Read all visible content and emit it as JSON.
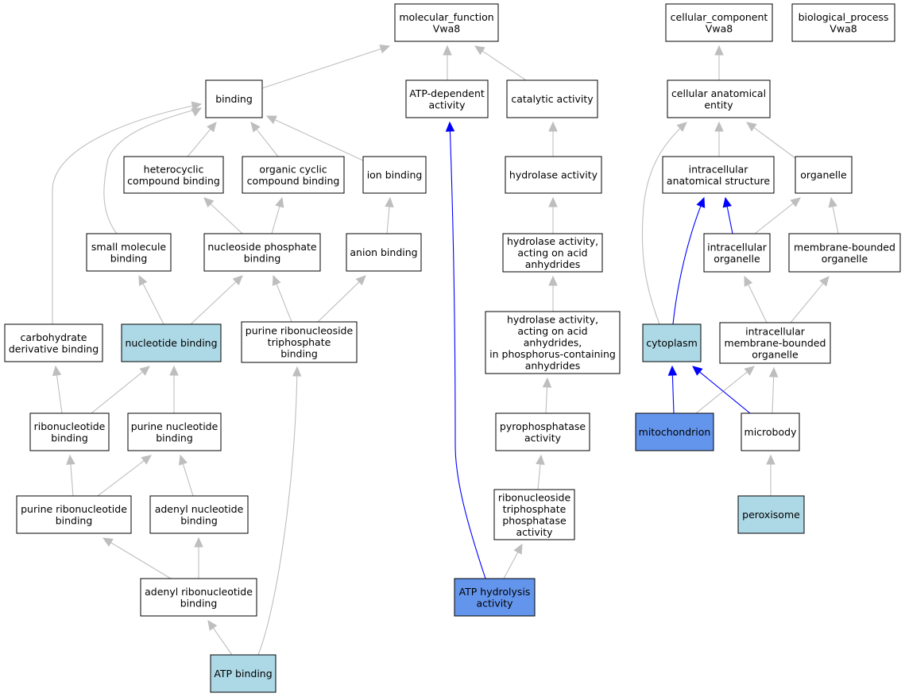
{
  "colors": {
    "node_fill": "#ffffff",
    "light_blue": "#add8e6",
    "cornflower": "#6495ed",
    "edge_gray": "#bebebe",
    "edge_blue": "#0000ff"
  },
  "nodes": [
    {
      "id": "mf",
      "lines": [
        "molecular_function",
        "Vwa8"
      ],
      "fill": "white"
    },
    {
      "id": "cc",
      "lines": [
        "cellular_component",
        "Vwa8"
      ],
      "fill": "white"
    },
    {
      "id": "bp",
      "lines": [
        "biological_process",
        "Vwa8"
      ],
      "fill": "white"
    },
    {
      "id": "binding",
      "lines": [
        "binding"
      ],
      "fill": "white"
    },
    {
      "id": "atpdep",
      "lines": [
        "ATP-dependent",
        "activity"
      ],
      "fill": "white"
    },
    {
      "id": "catalytic",
      "lines": [
        "catalytic activity"
      ],
      "fill": "white"
    },
    {
      "id": "cae",
      "lines": [
        "cellular anatomical",
        "entity"
      ],
      "fill": "white"
    },
    {
      "id": "hetero",
      "lines": [
        "heterocyclic",
        "compound binding"
      ],
      "fill": "white"
    },
    {
      "id": "orgcyc",
      "lines": [
        "organic cyclic",
        "compound binding"
      ],
      "fill": "white"
    },
    {
      "id": "ionb",
      "lines": [
        "ion binding"
      ],
      "fill": "white"
    },
    {
      "id": "hydrolase",
      "lines": [
        "hydrolase activity"
      ],
      "fill": "white"
    },
    {
      "id": "ias",
      "lines": [
        "intracellular",
        "anatomical structure"
      ],
      "fill": "white"
    },
    {
      "id": "organelle",
      "lines": [
        "organelle"
      ],
      "fill": "white"
    },
    {
      "id": "smb",
      "lines": [
        "small molecule",
        "binding"
      ],
      "fill": "white"
    },
    {
      "id": "npb",
      "lines": [
        "nucleoside phosphate",
        "binding"
      ],
      "fill": "white"
    },
    {
      "id": "anion",
      "lines": [
        "anion binding"
      ],
      "fill": "white"
    },
    {
      "id": "hyacid",
      "lines": [
        "hydrolase activity,",
        "acting on acid",
        "anhydrides"
      ],
      "fill": "white"
    },
    {
      "id": "intorg",
      "lines": [
        "intracellular",
        "organelle"
      ],
      "fill": "white"
    },
    {
      "id": "mbo",
      "lines": [
        "membrane-bounded",
        "organelle"
      ],
      "fill": "white"
    },
    {
      "id": "carb",
      "lines": [
        "carbohydrate",
        "derivative binding"
      ],
      "fill": "white"
    },
    {
      "id": "nucb",
      "lines": [
        "nucleotide binding"
      ],
      "fill": "lightblue"
    },
    {
      "id": "prntb",
      "lines": [
        "purine ribonucleoside",
        "triphosphate",
        "binding"
      ],
      "fill": "white"
    },
    {
      "id": "hyphos",
      "lines": [
        "hydrolase activity,",
        "acting on acid",
        "anhydrides,",
        "in phosphorus-containing",
        "anhydrides"
      ],
      "fill": "white"
    },
    {
      "id": "cyto",
      "lines": [
        "cytoplasm"
      ],
      "fill": "lightblue"
    },
    {
      "id": "imbo",
      "lines": [
        "intracellular",
        "membrane-bounded",
        "organelle"
      ],
      "fill": "white"
    },
    {
      "id": "ribob",
      "lines": [
        "ribonucleotide",
        "binding"
      ],
      "fill": "white"
    },
    {
      "id": "purnb",
      "lines": [
        "purine nucleotide",
        "binding"
      ],
      "fill": "white"
    },
    {
      "id": "pyro",
      "lines": [
        "pyrophosphatase",
        "activity"
      ],
      "fill": "white"
    },
    {
      "id": "mito",
      "lines": [
        "mitochondrion"
      ],
      "fill": "cornflower"
    },
    {
      "id": "microbody",
      "lines": [
        "microbody"
      ],
      "fill": "white"
    },
    {
      "id": "prnb",
      "lines": [
        "purine ribonucleotide",
        "binding"
      ],
      "fill": "white"
    },
    {
      "id": "adenylnb",
      "lines": [
        "adenyl nucleotide",
        "binding"
      ],
      "fill": "white"
    },
    {
      "id": "rntpa",
      "lines": [
        "ribonucleoside",
        "triphosphate",
        "phosphatase",
        "activity"
      ],
      "fill": "white"
    },
    {
      "id": "perox",
      "lines": [
        "peroxisome"
      ],
      "fill": "lightblue"
    },
    {
      "id": "adenylrb",
      "lines": [
        "adenyl ribonucleotide",
        "binding"
      ],
      "fill": "white"
    },
    {
      "id": "atphyd",
      "lines": [
        "ATP hydrolysis",
        "activity"
      ],
      "fill": "cornflower"
    },
    {
      "id": "atpb",
      "lines": [
        "ATP binding"
      ],
      "fill": "lightblue"
    }
  ],
  "edges": [
    {
      "from": "binding",
      "to": "mf",
      "color": "gray"
    },
    {
      "from": "atpdep",
      "to": "mf",
      "color": "gray"
    },
    {
      "from": "catalytic",
      "to": "mf",
      "color": "gray"
    },
    {
      "from": "cae",
      "to": "cc",
      "color": "gray"
    },
    {
      "from": "hetero",
      "to": "binding",
      "color": "gray"
    },
    {
      "from": "orgcyc",
      "to": "binding",
      "color": "gray"
    },
    {
      "from": "ionb",
      "to": "binding",
      "color": "gray"
    },
    {
      "from": "smb",
      "to": "binding",
      "color": "gray"
    },
    {
      "from": "carb",
      "to": "binding",
      "color": "gray"
    },
    {
      "from": "npb",
      "to": "hetero",
      "color": "gray"
    },
    {
      "from": "npb",
      "to": "orgcyc",
      "color": "gray"
    },
    {
      "from": "anion",
      "to": "ionb",
      "color": "gray"
    },
    {
      "from": "nucb",
      "to": "smb",
      "color": "gray"
    },
    {
      "from": "nucb",
      "to": "npb",
      "color": "gray"
    },
    {
      "from": "prntb",
      "to": "npb",
      "color": "gray"
    },
    {
      "from": "prntb",
      "to": "anion",
      "color": "gray"
    },
    {
      "from": "ribob",
      "to": "carb",
      "color": "gray"
    },
    {
      "from": "ribob",
      "to": "nucb",
      "color": "gray"
    },
    {
      "from": "purnb",
      "to": "nucb",
      "color": "gray"
    },
    {
      "from": "prnb",
      "to": "ribob",
      "color": "gray"
    },
    {
      "from": "prnb",
      "to": "purnb",
      "color": "gray"
    },
    {
      "from": "adenylnb",
      "to": "purnb",
      "color": "gray"
    },
    {
      "from": "adenylrb",
      "to": "prnb",
      "color": "gray"
    },
    {
      "from": "adenylrb",
      "to": "adenylnb",
      "color": "gray"
    },
    {
      "from": "atpb",
      "to": "adenylrb",
      "color": "gray"
    },
    {
      "from": "atpb",
      "to": "prntb",
      "color": "gray"
    },
    {
      "from": "hydrolase",
      "to": "catalytic",
      "color": "gray"
    },
    {
      "from": "hyacid",
      "to": "hydrolase",
      "color": "gray"
    },
    {
      "from": "hyphos",
      "to": "hyacid",
      "color": "gray"
    },
    {
      "from": "pyro",
      "to": "hyphos",
      "color": "gray"
    },
    {
      "from": "rntpa",
      "to": "pyro",
      "color": "gray"
    },
    {
      "from": "atphyd",
      "to": "rntpa",
      "color": "gray"
    },
    {
      "from": "atphyd",
      "to": "atpdep",
      "color": "blue"
    },
    {
      "from": "ias",
      "to": "cae",
      "color": "gray"
    },
    {
      "from": "organelle",
      "to": "cae",
      "color": "gray"
    },
    {
      "from": "cyto",
      "to": "cae",
      "color": "gray"
    },
    {
      "from": "intorg",
      "to": "ias",
      "color": "blue"
    },
    {
      "from": "intorg",
      "to": "organelle",
      "color": "gray"
    },
    {
      "from": "mbo",
      "to": "organelle",
      "color": "gray"
    },
    {
      "from": "cyto",
      "to": "ias",
      "color": "blue"
    },
    {
      "from": "imbo",
      "to": "intorg",
      "color": "gray"
    },
    {
      "from": "imbo",
      "to": "mbo",
      "color": "gray"
    },
    {
      "from": "mito",
      "to": "cyto",
      "color": "blue"
    },
    {
      "from": "mito",
      "to": "imbo",
      "color": "gray"
    },
    {
      "from": "microbody",
      "to": "cyto",
      "color": "blue"
    },
    {
      "from": "microbody",
      "to": "imbo",
      "color": "gray"
    },
    {
      "from": "perox",
      "to": "microbody",
      "color": "gray"
    }
  ]
}
